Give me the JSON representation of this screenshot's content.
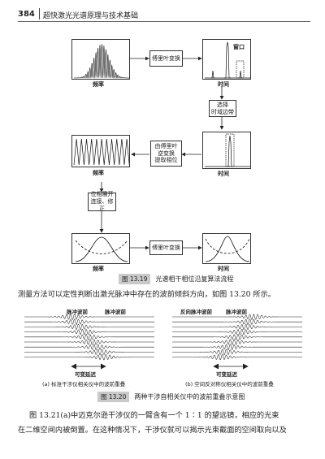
{
  "header": {
    "page_number": "384",
    "book_title": "超快激光光谱原理与技术基础"
  },
  "flow": {
    "fourier_box": "傅里叶变换",
    "window_label": "窗口",
    "freq_label": "频率",
    "time_label": "时间",
    "select_box": "选择\n时域边带",
    "inverse_box": "由傅里叶\n逆变换\n提取相位",
    "unwrap_box": "位相展开\n连接、修正",
    "fourier_box2": "傅里叶变换"
  },
  "fig19": {
    "tag": "图 13.19",
    "text": "光谱相干相位沿复算法流程"
  },
  "para1": "测量方法可以定性判断出激光脉冲中存在的波前倾斜方向，如图 13.20 所示。",
  "fig20": {
    "left": {
      "pulse_front": "脉冲波前",
      "pulse_wavefront": "脉冲波前",
      "variable_delay": "可变延迟",
      "caption": "(a) 标准干涉仪相关仪中的波前重叠"
    },
    "right": {
      "pulse_front": "反向脉冲波前",
      "pulse_wavefront": "脉冲波前",
      "variable_delay": "可变延迟",
      "caption": "(b) 空间反对称仪相关仪中的波前重叠"
    },
    "tag": "图 13.20",
    "text": "两种干涉自相关仪中的波前重叠示意图"
  },
  "para2_line1": "图 13.21(a)中迈克尔逊干涉仪的一臂含有一个 1∶1 的望远镜，相应的光束",
  "para2_line2": "在二维空间内被倒置。在这种情况下，干涉仪就可以揭示光束截面的空间取向以及"
}
